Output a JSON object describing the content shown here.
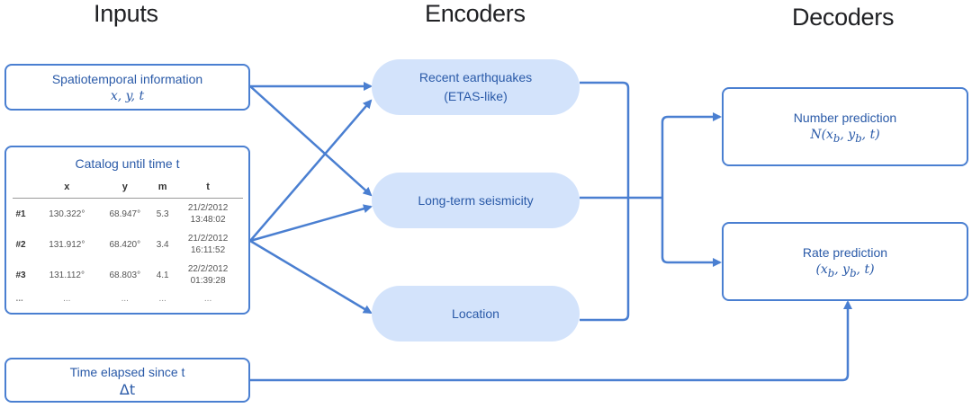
{
  "headings": {
    "inputs": "Inputs",
    "encoders": "Encoders",
    "decoders": "Decoders"
  },
  "inputs": {
    "spatiotemporal": {
      "title": "Spatiotemporal information",
      "math": "x, y, t"
    },
    "catalog": {
      "title": "Catalog until time t",
      "columns": [
        "",
        "x",
        "y",
        "m",
        "t"
      ],
      "rows": [
        {
          "id": "#1",
          "x": "130.322°",
          "y": "68.947°",
          "m": "5.3",
          "date": "21/2/2012",
          "time": "13:48:02"
        },
        {
          "id": "#2",
          "x": "131.912°",
          "y": "68.420°",
          "m": "3.4",
          "date": "21/2/2012",
          "time": "16:11:52"
        },
        {
          "id": "#3",
          "x": "131.112°",
          "y": "68.803°",
          "m": "4.1",
          "date": "22/2/2012",
          "time": "01:39:28"
        }
      ],
      "ellipsis": [
        "...",
        "...",
        "...",
        "...",
        "..."
      ]
    },
    "time_elapsed": {
      "title": "Time elapsed since t",
      "math": "Δt"
    }
  },
  "encoders": {
    "recent": {
      "line1": "Recent earthquakes",
      "line2": "(ETAS-like)"
    },
    "longterm": {
      "label": "Long-term seismicity"
    },
    "location": {
      "label": "Location"
    }
  },
  "decoders": {
    "number": {
      "title": "Number prediction",
      "math_prefix": "N(x",
      "sub1": "b",
      "math_mid": ", y",
      "sub2": "b",
      "math_suffix": ", t)"
    },
    "rate": {
      "title": "Rate prediction",
      "math_prefix": "(x",
      "sub1": "b",
      "math_mid": ", y",
      "sub2": "b",
      "math_suffix": ", t)"
    }
  },
  "colors": {
    "accent": "#4a7fd1",
    "pill_fill": "#d3e3fb",
    "text_blue": "#2a5aa8"
  }
}
